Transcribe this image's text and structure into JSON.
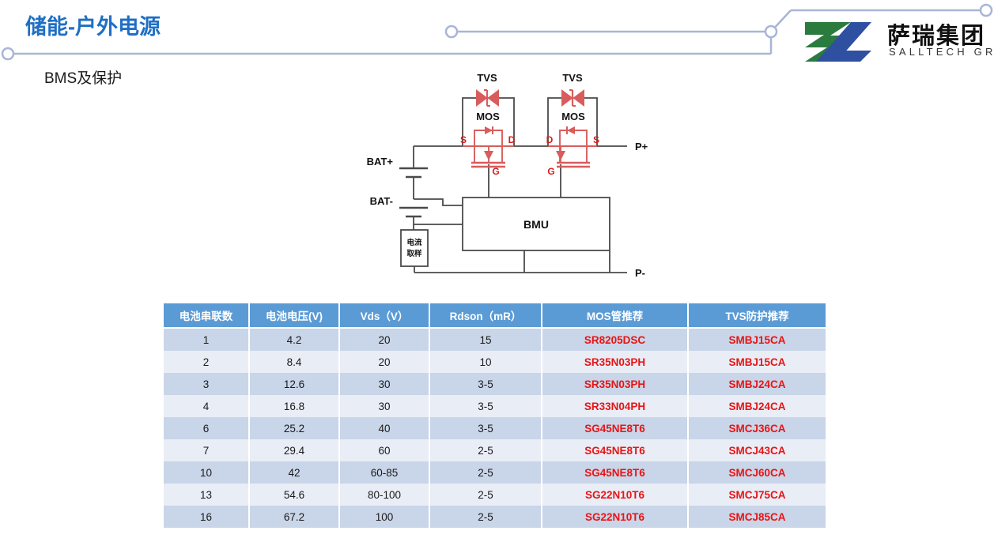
{
  "header": {
    "title": "储能-户外电源",
    "subtitle": "BMS及保护",
    "accent_color": "#1F6FC4",
    "deco_line_color": "#A8B5D6"
  },
  "logo": {
    "name_cn": "萨瑞集团",
    "name_en": "SALLTECH GROUP",
    "mark_green": "#2B7B3F",
    "mark_blue": "#2F4FA0"
  },
  "circuit": {
    "labels": {
      "tvs_left": "TVS",
      "tvs_right": "TVS",
      "mos_left": "MOS",
      "mos_right": "MOS",
      "s_left": "S",
      "d_left": "D",
      "g_left": "G",
      "d_right": "D",
      "s_right": "S",
      "g_right": "G",
      "bat_plus": "BAT+",
      "bat_minus": "BAT-",
      "p_plus": "P+",
      "p_minus": "P-",
      "bmu": "BMU",
      "shunt_line1": "电流",
      "shunt_line2": "取样"
    },
    "wire_color": "#4A4A4A",
    "device_color": "#D95C5C"
  },
  "table": {
    "header_color": "#5B9BD5",
    "row_odd_color": "#C9D5E8",
    "row_even_color": "#E9EDF6",
    "part_color": "#E81414",
    "columns": [
      "电池串联数",
      "电池电压(V)",
      "Vds（V）",
      "Rdson（mR）",
      "MOS管推荐",
      "TVS防护推荐"
    ],
    "rows": [
      {
        "cells": [
          "1",
          "4.2",
          "20",
          "15",
          "SR8205DSC",
          "SMBJ15CA"
        ]
      },
      {
        "cells": [
          "2",
          "8.4",
          "20",
          "10",
          "SR35N03PH",
          "SMBJ15CA"
        ]
      },
      {
        "cells": [
          "3",
          "12.6",
          "30",
          "3-5",
          "SR35N03PH",
          "SMBJ24CA"
        ]
      },
      {
        "cells": [
          "4",
          "16.8",
          "30",
          "3-5",
          "SR33N04PH",
          "SMBJ24CA"
        ]
      },
      {
        "cells": [
          "6",
          "25.2",
          "40",
          "3-5",
          "SG45NE8T6",
          "SMCJ36CA"
        ]
      },
      {
        "cells": [
          "7",
          "29.4",
          "60",
          "2-5",
          "SG45NE8T6",
          "SMCJ43CA"
        ]
      },
      {
        "cells": [
          "10",
          "42",
          "60-85",
          "2-5",
          "SG45NE8T6",
          "SMCJ60CA"
        ]
      },
      {
        "cells": [
          "13",
          "54.6",
          "80-100",
          "2-5",
          "SG22N10T6",
          "SMCJ75CA"
        ]
      },
      {
        "cells": [
          "16",
          "67.2",
          "100",
          "2-5",
          "SG22N10T6",
          "SMCJ85CA"
        ]
      }
    ]
  }
}
